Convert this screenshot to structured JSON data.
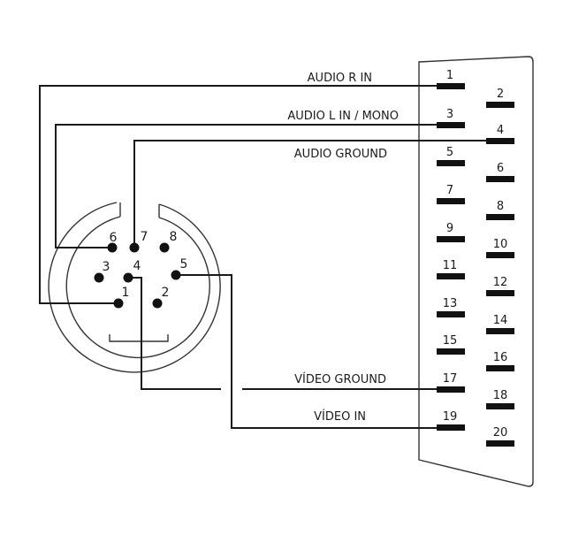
{
  "scart": {
    "pins": [
      {
        "n": "1"
      },
      {
        "n": "2"
      },
      {
        "n": "3"
      },
      {
        "n": "4"
      },
      {
        "n": "5"
      },
      {
        "n": "6"
      },
      {
        "n": "7"
      },
      {
        "n": "8"
      },
      {
        "n": "9"
      },
      {
        "n": "10"
      },
      {
        "n": "11"
      },
      {
        "n": "12"
      },
      {
        "n": "13"
      },
      {
        "n": "14"
      },
      {
        "n": "15"
      },
      {
        "n": "16"
      },
      {
        "n": "17"
      },
      {
        "n": "18"
      },
      {
        "n": "19"
      },
      {
        "n": "20"
      }
    ]
  },
  "din": {
    "pins": [
      {
        "n": "1"
      },
      {
        "n": "2"
      },
      {
        "n": "3"
      },
      {
        "n": "4"
      },
      {
        "n": "5"
      },
      {
        "n": "6"
      },
      {
        "n": "7"
      },
      {
        "n": "8"
      }
    ]
  },
  "wires": [
    {
      "label": "AUDIO R IN",
      "din_pin": "1",
      "scart_pin": "1"
    },
    {
      "label": "AUDIO L IN / MONO",
      "din_pin": "6",
      "scart_pin": "3"
    },
    {
      "label": "AUDIO GROUND",
      "din_pin": "7",
      "scart_pin": "4"
    },
    {
      "label": "VÍDEO GROUND",
      "din_pin": "4",
      "scart_pin": "17"
    },
    {
      "label": "VÍDEO IN",
      "din_pin": "5",
      "scart_pin": "19"
    }
  ],
  "colors": {
    "ink": "#111111",
    "outline": "#333333",
    "background": "#ffffff"
  }
}
